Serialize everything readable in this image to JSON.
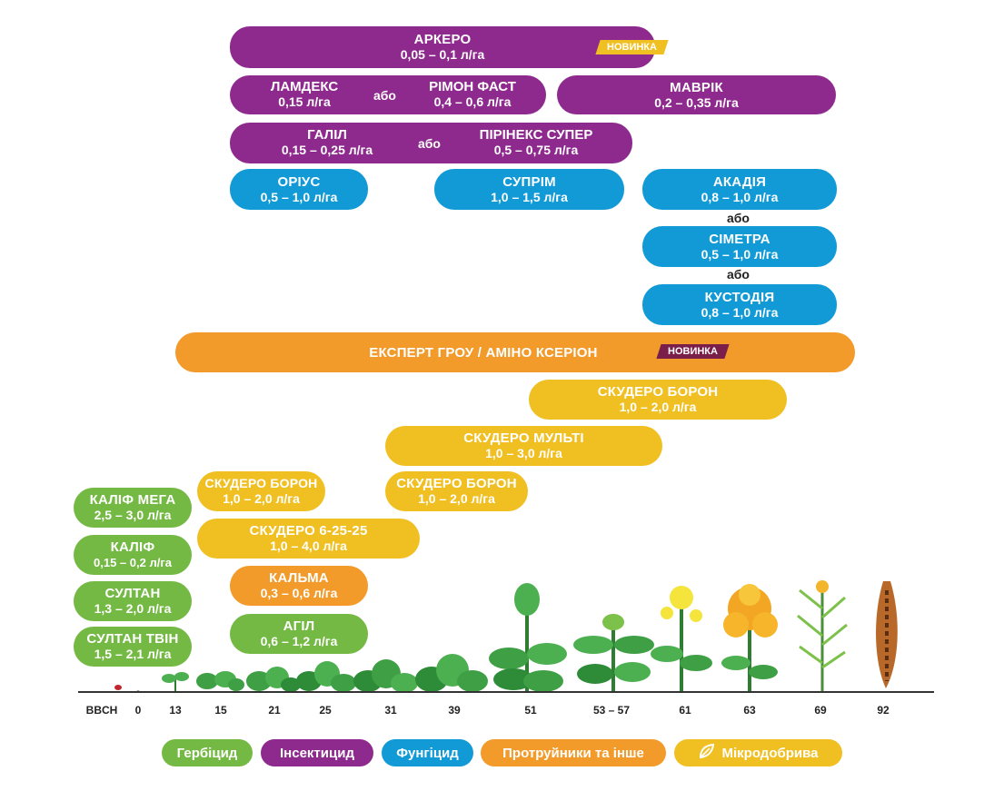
{
  "insecticides": {
    "arkero": {
      "name": "АРКЕРО",
      "rate": "0,05 – 0,1 л/га",
      "badge": "НОВИНКА"
    },
    "lamdeks": {
      "name": "ЛАМДЕКС",
      "rate": "0,15 л/га"
    },
    "or1": "або",
    "rimon": {
      "name": "РІМОН ФАСТ",
      "rate": "0,4 – 0,6 л/га"
    },
    "mavrik": {
      "name": "МАВРІК",
      "rate": "0,2 – 0,35 л/га"
    },
    "galil": {
      "name": "ГАЛІЛ",
      "rate": "0,15 – 0,25 л/га"
    },
    "or2": "або",
    "pirinex": {
      "name": "ПІРІНЕКС СУПЕР",
      "rate": "0,5 – 0,75 л/га"
    }
  },
  "fungicides": {
    "orius": {
      "name": "ОРІУС",
      "rate": "0,5 – 1,0 л/га"
    },
    "suprim": {
      "name": "СУПРІМ",
      "rate": "1,0 – 1,5 л/га"
    },
    "akadiya": {
      "name": "АКАДІЯ",
      "rate": "0,8 – 1,0 л/га"
    },
    "or3": "або",
    "simetra": {
      "name": "СІМЕТРА",
      "rate": "0,5 – 1,0 л/га"
    },
    "or4": "або",
    "kustodiya": {
      "name": "КУСТОДІЯ",
      "rate": "0,8 – 1,0 л/га"
    }
  },
  "others": {
    "expert": {
      "name": "ЕКСПЕРТ ГРОУ / АМІНО КСЕРІОН",
      "badge": "НОВИНКА"
    },
    "kalma": {
      "name": "КАЛЬМА",
      "rate": "0,3 – 0,6 л/га"
    }
  },
  "microfertilizers": {
    "skudero_boron_late": {
      "name": "СКУДЕРО БОРОН",
      "rate": "1,0 – 2,0 л/га"
    },
    "skudero_multi": {
      "name": "СКУДЕРО МУЛЬТІ",
      "rate": "1,0 – 3,0 л/га"
    },
    "skudero_boron_mid": {
      "name": "СКУДЕРО БОРОН",
      "rate": "1,0 – 2,0 л/га"
    },
    "skudero_boron_early": {
      "name": "СКУДЕРО БОРОН",
      "rate": "1,0 – 2,0 л/га"
    },
    "skudero_6_25_25": {
      "name": "СКУДЕРО 6-25-25",
      "rate": "1,0 – 4,0 л/га"
    }
  },
  "herbicides": {
    "kalif_mega": {
      "name": "КАЛІФ МЕГА",
      "rate": "2,5 – 3,0 л/га"
    },
    "kalif": {
      "name": "КАЛІФ",
      "rate": "0,15 – 0,2 л/га"
    },
    "sultan": {
      "name": "СУЛТАН",
      "rate": "1,3 – 2,0 л/га"
    },
    "sultan_tvin": {
      "name": "СУЛТАН ТВІН",
      "rate": "1,5 – 2,1 л/га"
    },
    "agil": {
      "name": "АГІЛ",
      "rate": "0,6 – 1,2 л/га"
    }
  },
  "axis": {
    "label": "BBCH",
    "ticks": [
      "0",
      "13",
      "15",
      "21",
      "25",
      "31",
      "39",
      "51",
      "53 – 57",
      "61",
      "63",
      "69",
      "92"
    ]
  },
  "legend": {
    "herbicide": "Гербіцид",
    "insecticide": "Інсектицид",
    "fungicide": "Фунгіцид",
    "other": "Протруйники та інше",
    "micro": "Мікродобрива"
  },
  "colors": {
    "insecticide": "#8e2a8d",
    "fungicide": "#119ad6",
    "other": "#f29a2a",
    "micro": "#f0bf22",
    "herbicide": "#74b943"
  }
}
